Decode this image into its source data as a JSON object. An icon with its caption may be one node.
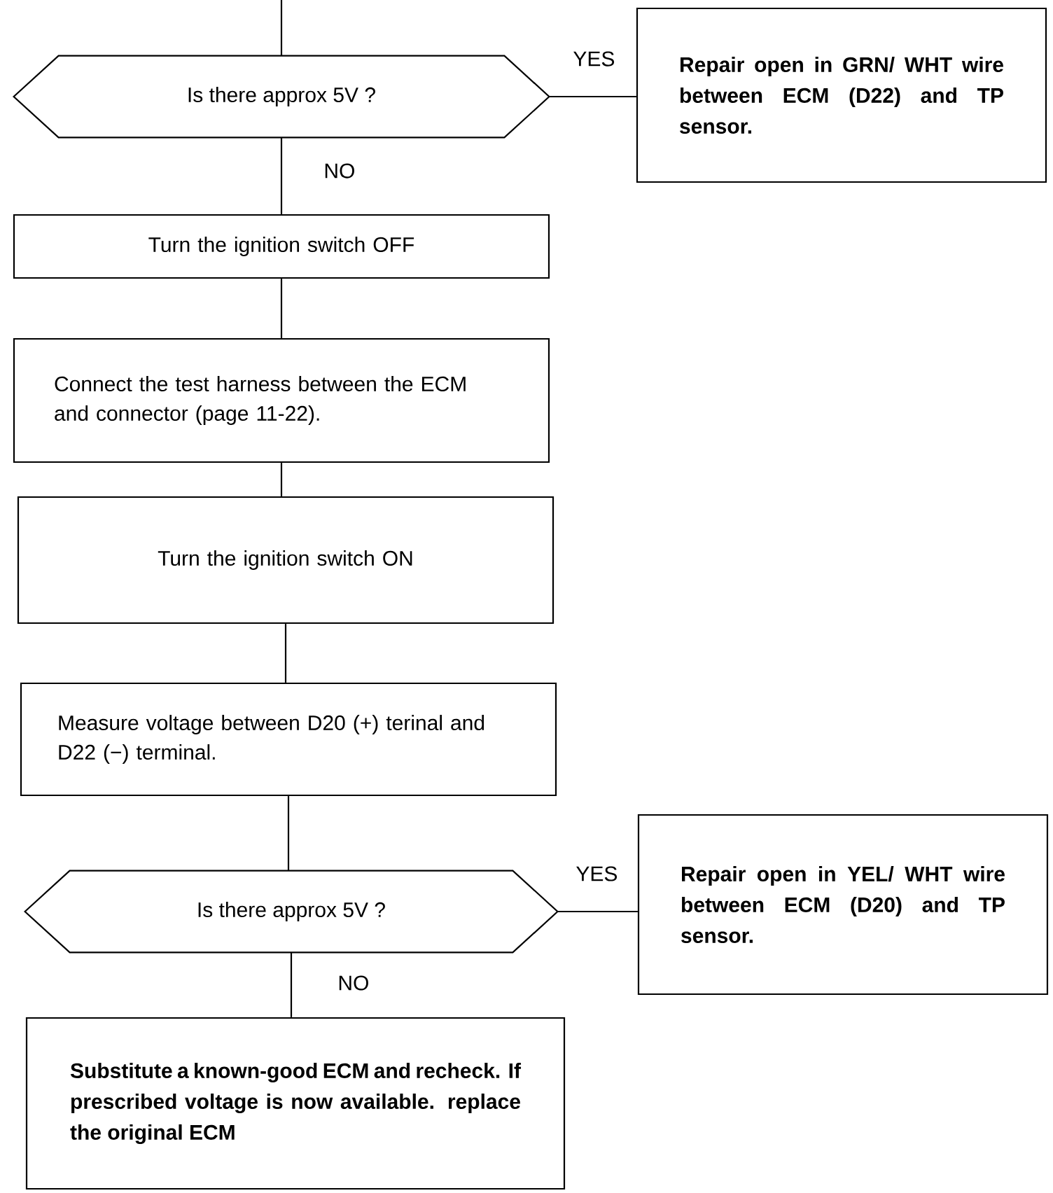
{
  "diagram": {
    "nodes": [
      {
        "text": [
          "Is there approx  5V ?"
        ]
      },
      {
        "text": [
          "Repair open in GRN/ WHT wire between ECM (D22) and TP sensor."
        ]
      },
      {
        "text": [
          "Turn the ignition switch OFF"
        ]
      },
      {
        "text": [
          "Connect the test harness between the ECM and connector (page 11-22)."
        ]
      },
      {
        "text": [
          "Turn the ignition switch ON"
        ]
      },
      {
        "text": [
          "Measure voltage between D20 (+) terinal and D22 (−) terminal."
        ]
      },
      {
        "text": [
          "Is there approx  5V ?"
        ]
      },
      {
        "text": [
          "Repair open in YEL/ WHT wire between ECM (D20) and TP sensor."
        ]
      },
      {
        "text": [
          "Substitute a known-good ECM and recheck. If prescribed voltage is now available. replace the original ECM"
        ]
      }
    ],
    "edges": [
      {
        "from": null,
        "to": 0,
        "arrow": "none"
      },
      {
        "from": 0,
        "to": 1,
        "arrow": "none",
        "label": "YES"
      },
      {
        "from": 0,
        "to": 2,
        "arrow": "none",
        "label": "NO"
      },
      {
        "from": 2,
        "to": 3,
        "arrow": "none"
      },
      {
        "from": 3,
        "to": 4,
        "arrow": "none"
      },
      {
        "from": 4,
        "to": 5,
        "arrow": "none"
      },
      {
        "from": 5,
        "to": 6,
        "arrow": "none"
      },
      {
        "from": 6,
        "to": 7,
        "arrow": "none",
        "label": "YES"
      },
      {
        "from": 6,
        "to": 8,
        "arrow": "none",
        "label": "NO"
      }
    ]
  }
}
